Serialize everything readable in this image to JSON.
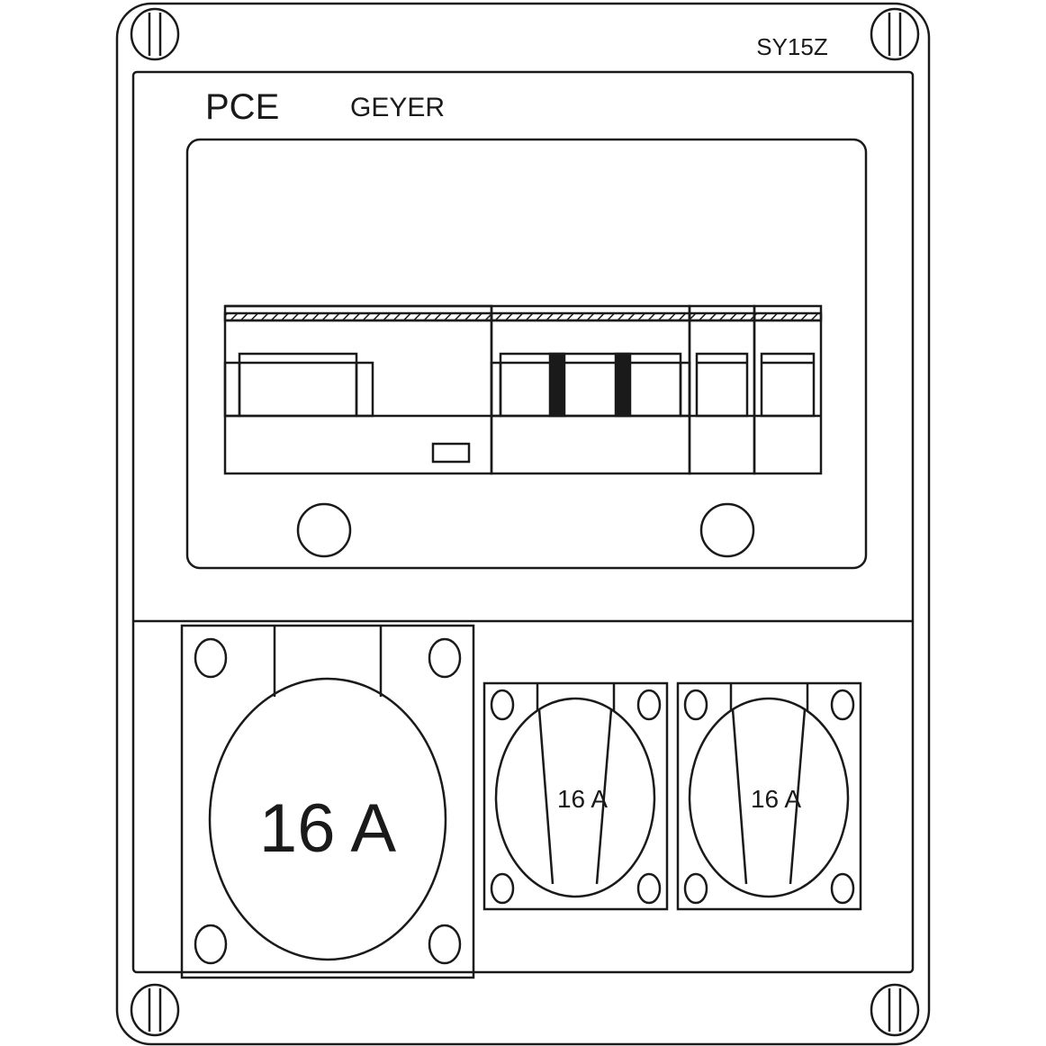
{
  "labels": {
    "model": "SY15Z",
    "brand_left": "PCE",
    "brand_right": "GEYER"
  },
  "sockets": {
    "cee_rating": "16 A",
    "schuko_left_rating": "16 A",
    "schuko_right_rating": "16 A"
  }
}
